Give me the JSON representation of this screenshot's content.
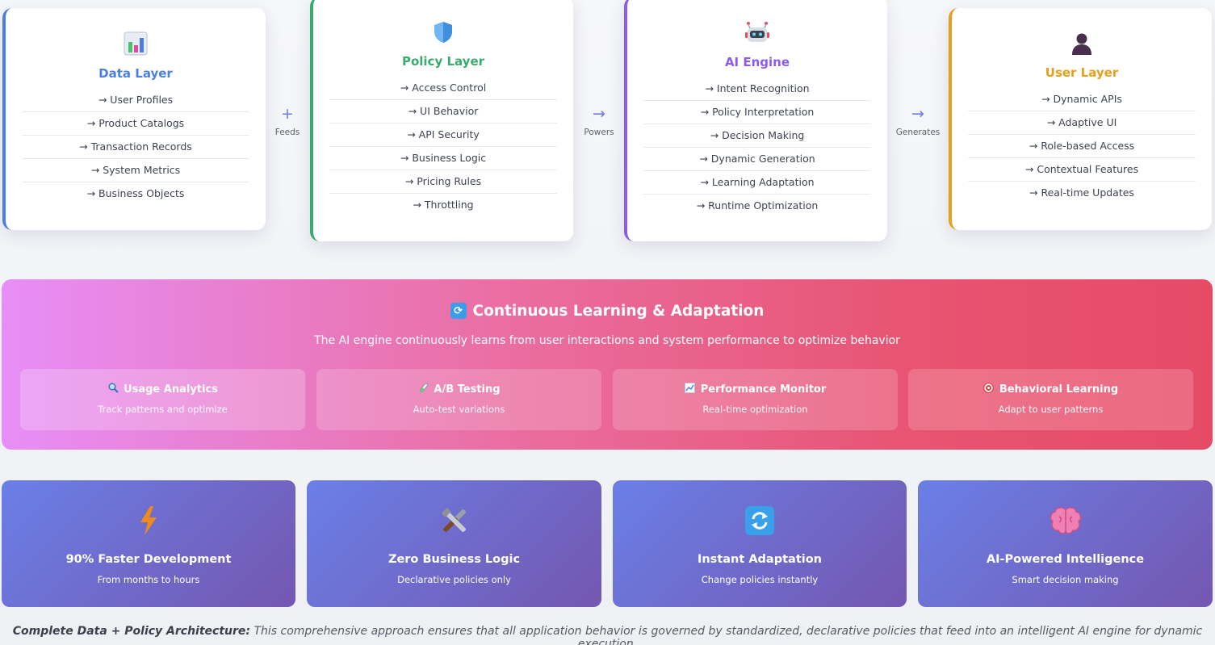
{
  "layers": [
    {
      "title": "Data Layer",
      "icon": "bar-chart-icon",
      "color": "#4a7fe0",
      "items": [
        "→ User Profiles",
        "→ Product Catalogs",
        "→ Transaction Records",
        "→ System Metrics",
        "→ Business Objects"
      ]
    },
    {
      "title": "Policy Layer",
      "icon": "shield-icon",
      "color": "#3aaa6e",
      "items": [
        "→ Access Control",
        "→ UI Behavior",
        "→ API Security",
        "→ Business Logic",
        "→ Pricing Rules",
        "→ Throttling"
      ]
    },
    {
      "title": "AI Engine",
      "icon": "robot-icon",
      "color": "#8b5ce8",
      "items": [
        "→ Intent Recognition",
        "→ Policy Interpretation",
        "→ Decision Making",
        "→ Dynamic Generation",
        "→ Learning Adaptation",
        "→ Runtime Optimization"
      ]
    },
    {
      "title": "User Layer",
      "icon": "user-icon",
      "color": "#e6a01a",
      "items": [
        "→ Dynamic APIs",
        "→ Adaptive UI",
        "→ Role-based Access",
        "→ Contextual Features",
        "→ Real-time Updates"
      ]
    }
  ],
  "connectors": [
    {
      "symbol": "+",
      "label": "Feeds"
    },
    {
      "symbol": "→",
      "label": "Powers"
    },
    {
      "symbol": "→",
      "label": "Generates"
    }
  ],
  "learning": {
    "icon": "refresh-icon",
    "title": "Continuous Learning & Adaptation",
    "subtitle": "The AI engine continuously learns from user interactions and system performance to optimize behavior",
    "features": [
      {
        "icon": "magnifier-icon",
        "title": "Usage Analytics",
        "desc": "Track patterns and optimize"
      },
      {
        "icon": "test-tube-icon",
        "title": "A/B Testing",
        "desc": "Auto-test variations"
      },
      {
        "icon": "chart-icon",
        "title": "Performance Monitor",
        "desc": "Real-time optimization"
      },
      {
        "icon": "target-icon",
        "title": "Behavioral Learning",
        "desc": "Adapt to user patterns"
      }
    ]
  },
  "benefits": [
    {
      "icon": "lightning-icon",
      "title": "90% Faster Development",
      "desc": "From months to hours"
    },
    {
      "icon": "tools-icon",
      "title": "Zero Business Logic",
      "desc": "Declarative policies only"
    },
    {
      "icon": "refresh-icon",
      "title": "Instant Adaptation",
      "desc": "Change policies instantly"
    },
    {
      "icon": "brain-icon",
      "title": "AI-Powered Intelligence",
      "desc": "Smart decision making"
    }
  ],
  "footer": {
    "bold": "Complete Data + Policy Architecture:",
    "text": " This comprehensive approach ensures that all application behavior is governed by standardized, declarative policies that feed into an intelligent AI engine for dynamic execution."
  }
}
